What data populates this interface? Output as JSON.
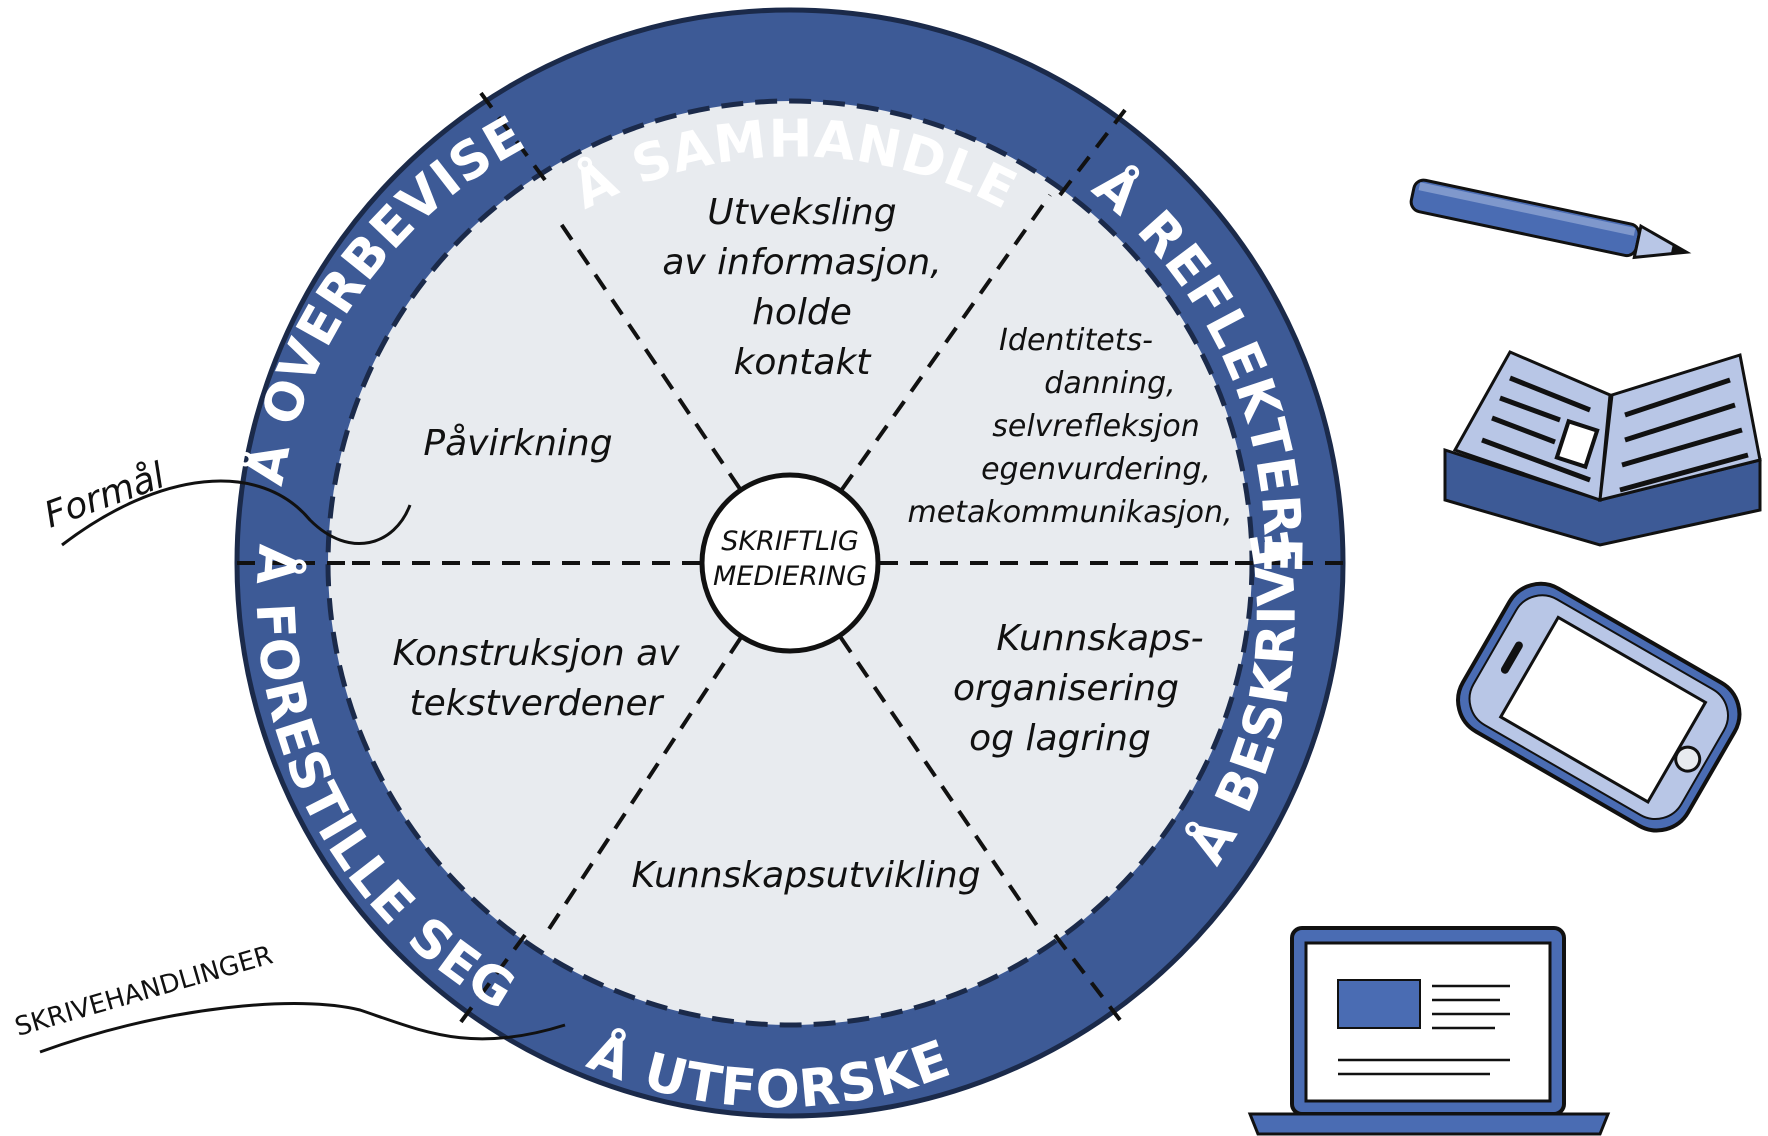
{
  "hub": {
    "line1": "SKRIFTLIG",
    "line2": "MEDIERING"
  },
  "ring_labels": {
    "samhandle": "Å SAMHANDLE",
    "reflektere": "Å REFLEKTERE",
    "beskrive": "Å BESKRIVE",
    "utforske": "Å UTFORSKE",
    "forestille": "Å FORESTILLE SEG",
    "overbevise": "Å OVERBEVISE"
  },
  "sectors": {
    "top": [
      "Utveksling",
      "av informasjon,",
      "holde",
      "kontakt"
    ],
    "upper_right": [
      "Identitets-",
      "danning,",
      "selvrefleksjon",
      "egenvurdering,",
      "metakommunikasjon,"
    ],
    "lower_right": [
      "Kunnskaps-",
      "organisering",
      "og lagring"
    ],
    "bottom": [
      "Kunnskapsutvikling"
    ],
    "lower_left": [
      "Konstruksjon av",
      "tekstverdener"
    ],
    "upper_left": [
      "Påvirkning"
    ]
  },
  "annotations": {
    "purpose": "Formål",
    "acts": "SKRIVEHANDLINGER"
  },
  "icons": [
    "pencil-icon",
    "open-book-icon",
    "smartphone-icon",
    "laptop-icon"
  ],
  "colors": {
    "ring": "#3d5a96",
    "ring_dark": "#2a4379",
    "inner": "#e8ebef",
    "icon_blue": "#4a6cb3",
    "icon_light": "#b8c6e6"
  }
}
